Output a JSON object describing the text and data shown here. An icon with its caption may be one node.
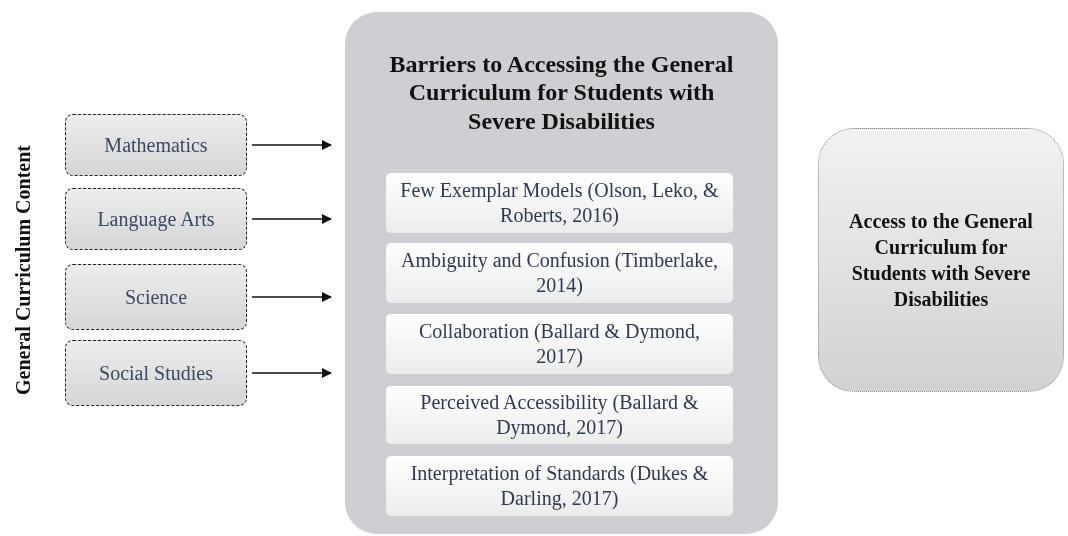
{
  "diagram": {
    "nodes": [
      {
        "text": [
          "Mathematics"
        ]
      },
      {
        "text": [
          "Language Arts"
        ]
      },
      {
        "text": [
          "Science"
        ]
      },
      {
        "text": [
          "Social Studies"
        ]
      },
      {
        "text": [
          "Barriers to Accessing the General Curriculum for Students with Severe Disabilities"
        ]
      },
      {
        "text": [
          "Few Exemplar Models (Olson, Leko, & Roberts, 2016)"
        ],
        "in": 4
      },
      {
        "text": [
          "Ambiguity and Confusion (Timberlake, 2014)"
        ],
        "in": 4
      },
      {
        "text": [
          "Collaboration (Ballard & Dymond, 2017)"
        ],
        "in": 4
      },
      {
        "text": [
          "Perceived Accessibility (Ballard & Dymond, 2017)"
        ],
        "in": 4
      },
      {
        "text": [
          "Interpretation of Standards (Dukes & Darling, 2017)"
        ],
        "in": 4
      },
      {
        "text": [
          "Access to the General Curriculum for Students with Severe Disabilities"
        ]
      }
    ],
    "edges": [
      {
        "from": 0,
        "to": 4,
        "arrow": "to"
      },
      {
        "from": 1,
        "to": 4,
        "arrow": "to"
      },
      {
        "from": 2,
        "to": 4,
        "arrow": "to"
      },
      {
        "from": 3,
        "to": 4,
        "arrow": "to"
      }
    ],
    "labels": [
      "General Curriculum Content"
    ]
  }
}
